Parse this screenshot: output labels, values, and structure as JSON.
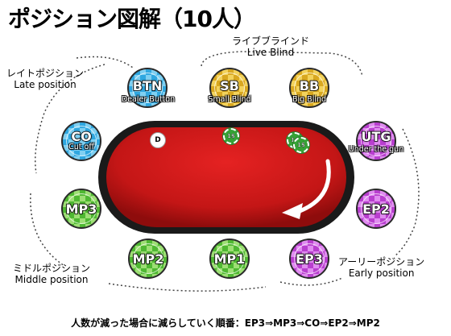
{
  "title": "ポジション図解（10人）",
  "groups": {
    "live_blind": {
      "jp": "ライブブラインド",
      "en": "Live Blind"
    },
    "late_position": {
      "jp": "レイトポジション",
      "en": "Late position"
    },
    "middle_position": {
      "jp": "ミドルポジション",
      "en": "Middle position"
    },
    "early_position": {
      "jp": "アーリーポジション",
      "en": "Early position"
    }
  },
  "positions": {
    "btn": {
      "abbr": "BTN",
      "name": "Dealer Button",
      "color": "#2fa7e0"
    },
    "sb": {
      "abbr": "SB",
      "name": "Small Blind",
      "color": "#d9a820"
    },
    "bb": {
      "abbr": "BB",
      "name": "Big Blind",
      "color": "#d9a820"
    },
    "co": {
      "abbr": "CO",
      "name": "Cut off",
      "color": "#2fa7e0"
    },
    "utg": {
      "abbr": "UTG",
      "name": "Under the gun",
      "color": "#b93fcf"
    },
    "mp3": {
      "abbr": "MP3",
      "color": "#4fb832"
    },
    "ep2": {
      "abbr": "EP2",
      "color": "#b93fcf"
    },
    "mp2": {
      "abbr": "MP2",
      "color": "#4fb832"
    },
    "mp1": {
      "abbr": "MP1",
      "color": "#4fb832"
    },
    "ep3": {
      "abbr": "EP3",
      "color": "#b93fcf"
    }
  },
  "table": {
    "dealer_marker": "D",
    "small_blind_chip": "1$",
    "big_blind_chips": [
      "1$",
      "1$"
    ],
    "felt_color": "#c41616",
    "rail_color": "#1a1a1a"
  },
  "bottom_note": "人数が減った場合に減らしていく順番：EP3⇒MP3⇒CO⇒EP2⇒MP2"
}
